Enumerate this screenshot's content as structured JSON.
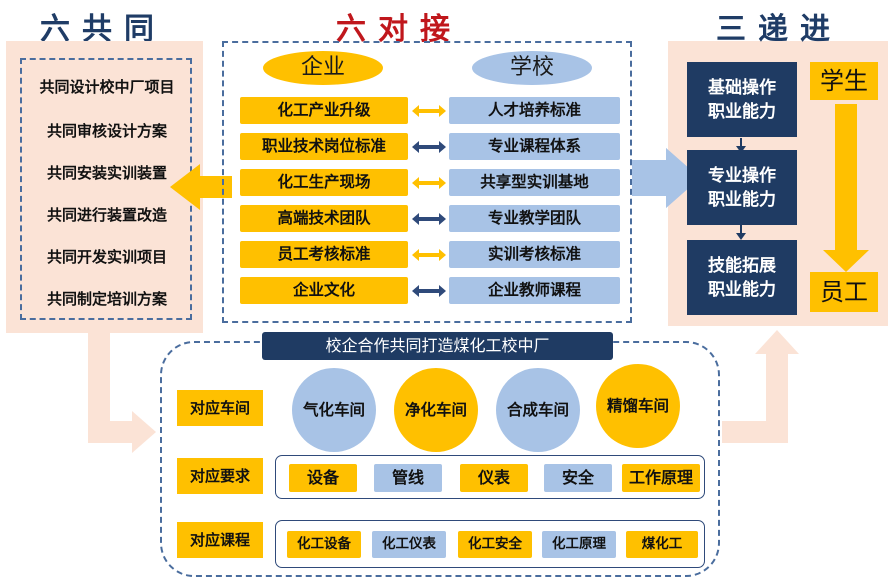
{
  "titles": {
    "left": "六共同",
    "center": "六对接",
    "right": "三递进"
  },
  "left_items": [
    "共同设计校中厂项目",
    "共同审核设计方案",
    "共同安装实训装置",
    "共同进行装置改造",
    "共同开发实训项目",
    "共同制定培训方案"
  ],
  "center": {
    "enterprise_label": "企业",
    "school_label": "学校",
    "enterprise_items": [
      "化工产业升级",
      "职业技术岗位标准",
      "化工生产现场",
      "高端技术团队",
      "员工考核标准",
      "企业文化"
    ],
    "school_items": [
      "人才培养标准",
      "专业课程体系",
      "共享型实训基地",
      "专业教学团队",
      "实训考核标准",
      "企业教师课程"
    ]
  },
  "right": {
    "abilities": [
      "基础操作\n职业能力",
      "专业操作\n职业能力",
      "技能拓展\n职业能力"
    ],
    "student": "学生",
    "employee": "员工"
  },
  "bottom": {
    "banner": "校企合作共同打造煤化工校中厂",
    "row1_label": "对应车间",
    "workshops": [
      "气化车间",
      "净化车间",
      "合成车间",
      "精馏车间"
    ],
    "row2_label": "对应要求",
    "requirements": [
      "设备",
      "管线",
      "仪表",
      "安全",
      "工作原理"
    ],
    "row3_label": "对应课程",
    "courses": [
      "化工设备",
      "化工仪表",
      "化工安全",
      "化工原理",
      "煤化工"
    ]
  },
  "colors": {
    "navy": "#1f3b63",
    "gold": "#ffc000",
    "light_blue": "#a8c3e6",
    "peach": "#fbe3d6",
    "red": "#c0171c"
  }
}
